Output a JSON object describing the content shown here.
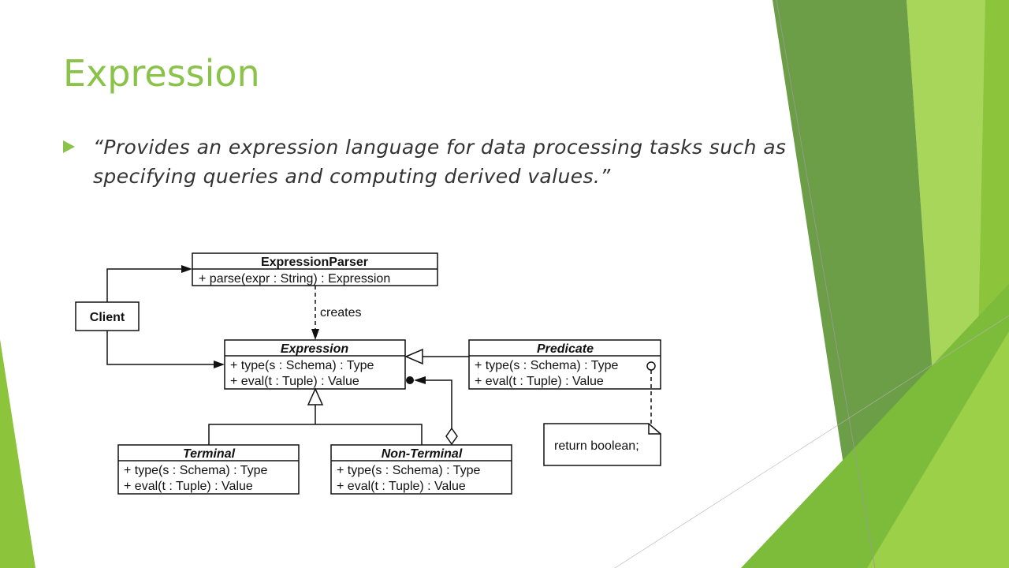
{
  "slide": {
    "title": "Expression",
    "bullet": "“Provides an expression language for data processing tasks such as specifying queries and computing derived values.”"
  },
  "diagram": {
    "client": "Client",
    "parser": {
      "name": "ExpressionParser",
      "members": [
        "+ parse(expr : String) : Expression"
      ]
    },
    "creates_label": "creates",
    "expression": {
      "name": "Expression",
      "members": [
        "+ type(s : Schema) : Type",
        "+ eval(t : Tuple) : Value"
      ]
    },
    "predicate": {
      "name": "Predicate",
      "members": [
        "+ type(s : Schema) : Type",
        "+ eval(t : Tuple) : Value"
      ]
    },
    "terminal": {
      "name": "Terminal",
      "members": [
        "+ type(s : Schema) : Type",
        "+ eval(t : Tuple) : Value"
      ]
    },
    "nonterminal": {
      "name": "Non-Terminal",
      "members": [
        "+ type(s : Schema) : Type",
        "+ eval(t : Tuple) : Value"
      ]
    },
    "note": "return boolean;"
  },
  "colors": {
    "accent": "#8bc34a",
    "dark_green": "#5e9c3a",
    "light_green": "#d4ecb0"
  }
}
